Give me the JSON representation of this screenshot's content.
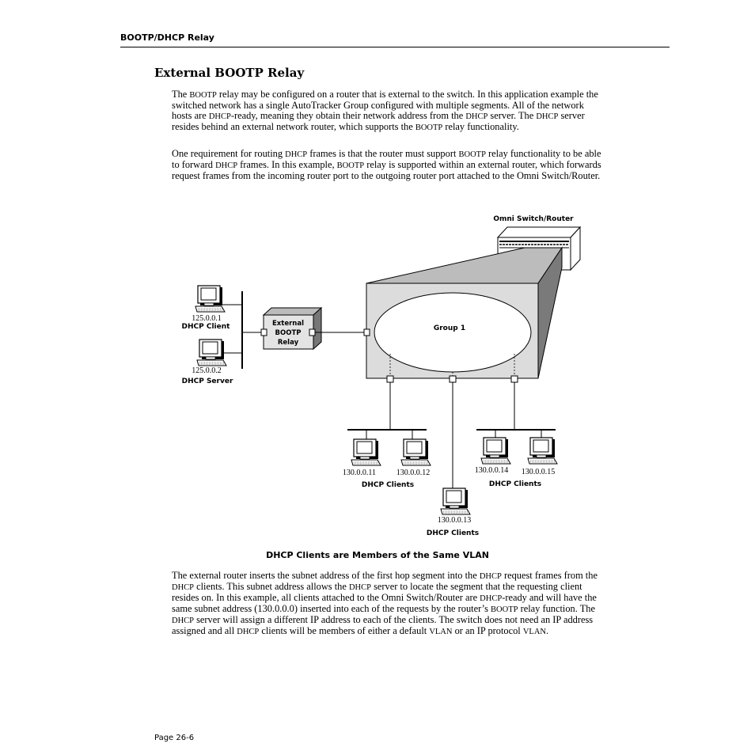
{
  "header": {
    "section": "BOOTP/DHCP Relay"
  },
  "title": "External BOOTP Relay",
  "paragraph1": [
    {
      "t": "The "
    },
    {
      "t": "BOOTP",
      "sc": true
    },
    {
      "t": " relay may be configured on a router that is external to the switch. In this application example the switched network has a single AutoTracker Group configured with multiple segments. All of the network hosts are "
    },
    {
      "t": "DHCP",
      "sc": true
    },
    {
      "t": "-ready, meaning they obtain their network address from the "
    },
    {
      "t": "DHCP",
      "sc": true
    },
    {
      "t": " server. The "
    },
    {
      "t": "DHCP",
      "sc": true
    },
    {
      "t": " server resides behind an external network router, which supports the "
    },
    {
      "t": "BOOTP",
      "sc": true
    },
    {
      "t": " relay functionality."
    }
  ],
  "paragraph2": [
    {
      "t": "One requirement for routing "
    },
    {
      "t": "DHCP",
      "sc": true
    },
    {
      "t": " frames is that the router must support "
    },
    {
      "t": "BOOTP",
      "sc": true
    },
    {
      "t": " relay functionality to be able to forward "
    },
    {
      "t": "DHCP",
      "sc": true
    },
    {
      "t": " frames. In this example, "
    },
    {
      "t": "BOOTP",
      "sc": true
    },
    {
      "t": " relay is supported within an external router, which forwards request frames from the incoming router port to the outgoing router port attached to the Omni Switch/Router."
    }
  ],
  "diagram": {
    "switch_label": "Omni Switch/Router",
    "relay_label_lines": [
      "External",
      "BOOTP",
      "Relay"
    ],
    "group_label": "Group 1",
    "hosts": [
      {
        "ip": "125.0.0.1",
        "role": "DHCP Client"
      },
      {
        "ip": "125.0.0.2",
        "role": "DHCP Server"
      },
      {
        "ip": "130.0.0.11"
      },
      {
        "ip": "130.0.0.12"
      },
      {
        "ip": "130.0.0.13"
      },
      {
        "ip": "130.0.0.14"
      },
      {
        "ip": "130.0.0.15"
      }
    ],
    "clients_label_left": "DHCP Clients",
    "clients_label_center": "DHCP Clients",
    "clients_label_right": "DHCP Clients"
  },
  "caption": "DHCP Clients are Members of the Same VLAN",
  "paragraph3": [
    {
      "t": "The external router inserts the subnet address of the first hop segment into the "
    },
    {
      "t": "DHCP",
      "sc": true
    },
    {
      "t": " request frames from the "
    },
    {
      "t": "DHCP",
      "sc": true
    },
    {
      "t": " clients. This subnet address allows the "
    },
    {
      "t": "DHCP",
      "sc": true
    },
    {
      "t": " server to locate the segment that the requesting client resides on. In this example, all clients attached to the Omni Switch/Router are "
    },
    {
      "t": "DHCP",
      "sc": true
    },
    {
      "t": "-ready and will have the same subnet address (130.0.0.0) inserted into each of the requests by the router’s "
    },
    {
      "t": "BOOTP",
      "sc": true
    },
    {
      "t": " relay function. The "
    },
    {
      "t": "DHCP",
      "sc": true
    },
    {
      "t": " server will assign a different IP address to each of the clients. The switch does not need an IP address assigned and all "
    },
    {
      "t": "DHCP",
      "sc": true
    },
    {
      "t": " clients will be members of either a default "
    },
    {
      "t": "VLAN",
      "sc": true
    },
    {
      "t": " or an IP protocol "
    },
    {
      "t": "VLAN",
      "sc": true
    },
    {
      "t": "."
    }
  ],
  "footer": {
    "page": "Page 26-6"
  }
}
